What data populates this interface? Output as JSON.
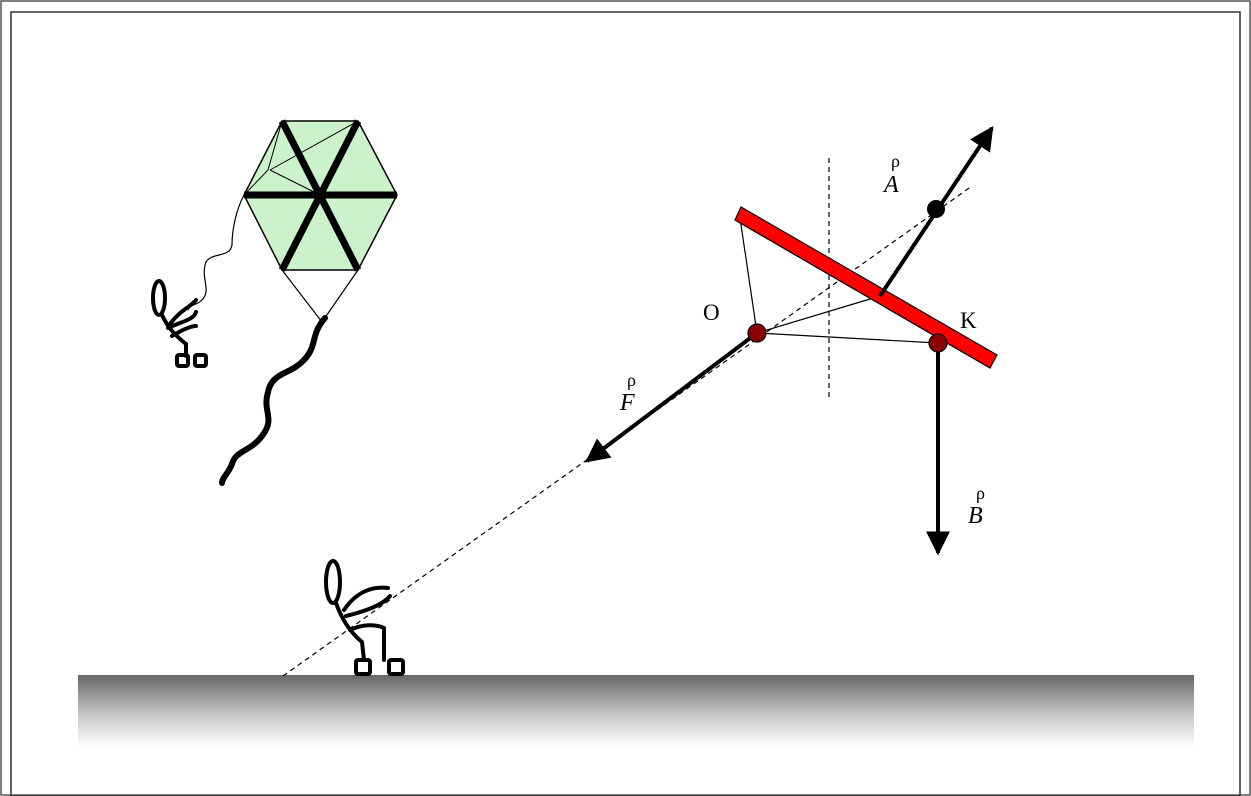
{
  "labels": {
    "point_o": "O",
    "point_k": "K",
    "force_a": "A",
    "force_b": "B",
    "force_f": "F",
    "vector_mark": "ρ"
  },
  "colors": {
    "kite_fill": "#ccf2cc",
    "board": "#ff0000",
    "points": "#8b0000",
    "ink": "#000000"
  }
}
